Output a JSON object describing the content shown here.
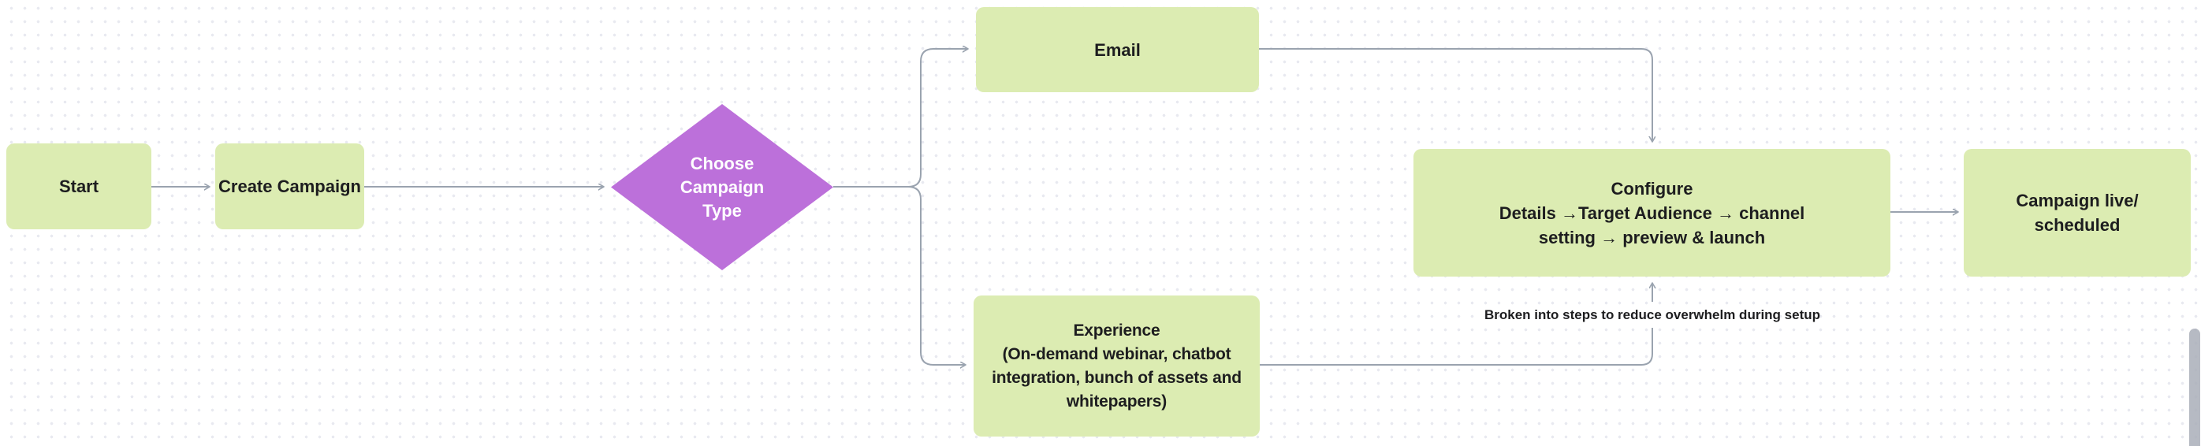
{
  "colors": {
    "canvas_bg": "#ffffff",
    "dot": "#e8e9f0",
    "node_fill": "#dcecb2",
    "decision_fill": "#bc70da",
    "decision_text": "#ffffff",
    "node_text": "#1d1d1f",
    "connector": "#9aa3af",
    "scrollbar": "#a9aeb8"
  },
  "nodes": {
    "start": {
      "label": "Start"
    },
    "create_campaign": {
      "label": "Create Campaign"
    },
    "choose_campaign_type": {
      "lines": [
        "Choose",
        "Campaign",
        "Type"
      ]
    },
    "email": {
      "label": "Email"
    },
    "experience": {
      "lines": [
        "Experience",
        "(On-demand webinar, chatbot",
        "integration, bunch of assets and",
        "whitepapers)"
      ]
    },
    "configure": {
      "lines": [
        "Configure",
        "Details →Target Audience → channel",
        "setting → preview & launch"
      ]
    },
    "campaign_live": {
      "lines": [
        "Campaign live/",
        "scheduled"
      ]
    }
  },
  "annotation": {
    "label": "Broken into steps to reduce overwhelm during setup"
  }
}
